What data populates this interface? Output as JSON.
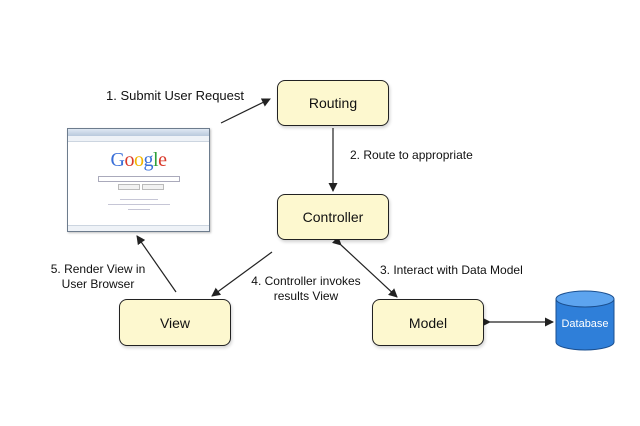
{
  "nodes": {
    "routing": "Routing",
    "controller": "Controller",
    "view": "View",
    "model": "Model",
    "database": "Database"
  },
  "edges": {
    "submit": "1. Submit User Request",
    "route": "2. Route to appropriate",
    "interact": "3. Interact with Data Model",
    "invokes_line1": "4. Controller invokes",
    "invokes_line2": "results View",
    "render_line1": "5. Render View in",
    "render_line2": "User Browser"
  },
  "browser": {
    "logo": "Google"
  },
  "colors": {
    "node_fill": "#fdf8cf",
    "database_fill": "#2f7fd9"
  }
}
